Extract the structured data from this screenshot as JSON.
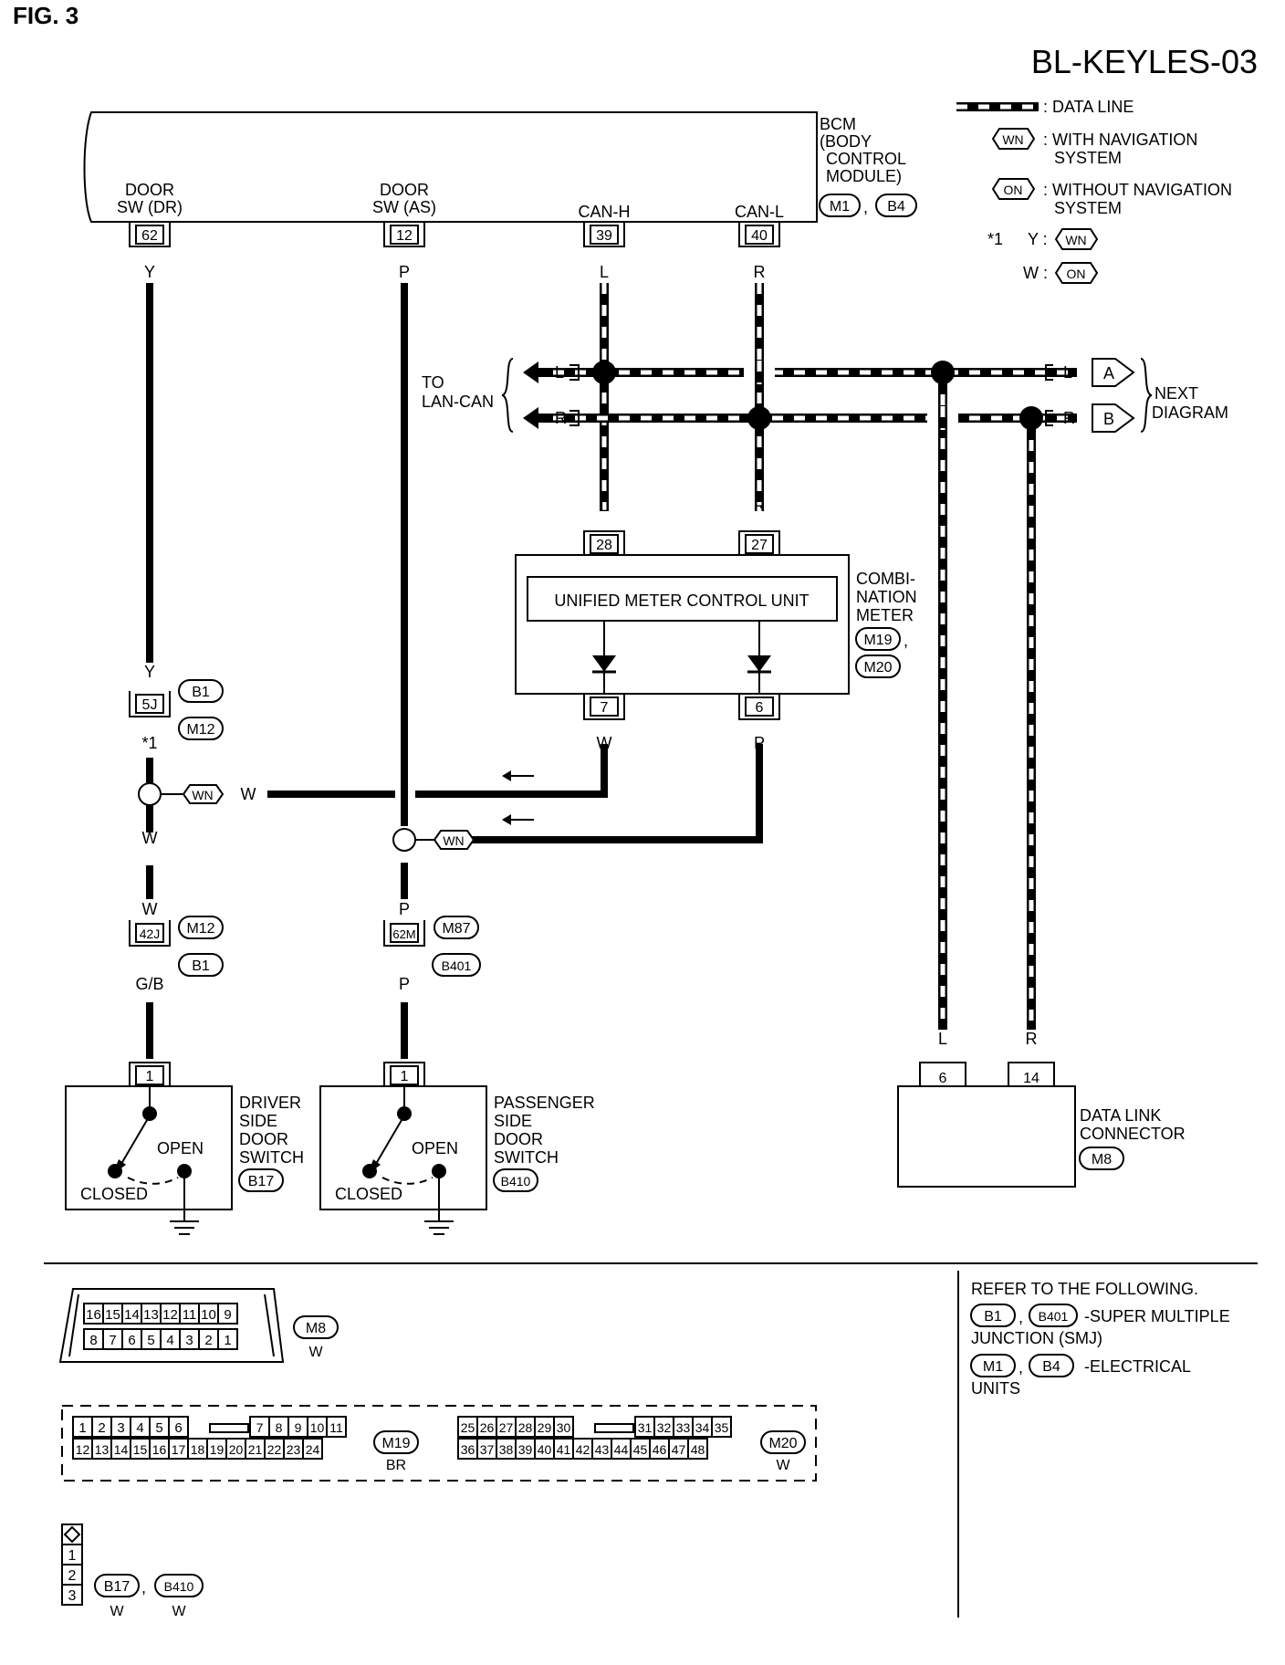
{
  "header": {
    "fig_label": "FIG. 3",
    "diagram_code": "BL-KEYLES-03"
  },
  "legend": {
    "data_line": ": DATA LINE",
    "wn_tag": "WN",
    "wn_desc_1": ": WITH NAVIGATION",
    "wn_desc_2": "SYSTEM",
    "on_tag": "ON",
    "on_desc_1": ": WITHOUT NAVIGATION",
    "on_desc_2": "SYSTEM",
    "note_star": "*1",
    "note_y": "Y :",
    "note_w": "W :"
  },
  "bcm": {
    "label_1": "BCM",
    "label_2": "(BODY",
    "label_3": "CONTROL",
    "label_4": "MODULE)",
    "conn_a": "M1",
    "conn_b": "B4",
    "comma": ",",
    "pins": [
      {
        "name_1": "DOOR",
        "name_2": "SW (DR)",
        "pin": "62",
        "color": "Y"
      },
      {
        "name_1": "DOOR",
        "name_2": "SW (AS)",
        "pin": "12",
        "color": "P"
      },
      {
        "name_1": "",
        "name_2": "CAN-H",
        "pin": "39",
        "color": "L"
      },
      {
        "name_1": "",
        "name_2": "CAN-L",
        "pin": "40",
        "color": "R"
      }
    ]
  },
  "lan": {
    "to_1": "TO",
    "to_2": "LAN-CAN",
    "l": "L",
    "r": "R",
    "next_1": "NEXT",
    "next_2": "DIAGRAM",
    "tag_a": "A",
    "tag_b": "B"
  },
  "meter": {
    "unit_label": "UNIFIED METER CONTROL UNIT",
    "label_1": "COMBI-",
    "label_2": "NATION",
    "label_3": "METER",
    "conn_a": "M19",
    "conn_b": "M20",
    "comma": ",",
    "pin_in_1": "28",
    "pin_in_2": "27",
    "pin_out_1": "7",
    "pin_out_2": "6",
    "in_color_1": "L",
    "in_color_2": "R",
    "out_color_1": "W",
    "out_color_2": "P"
  },
  "left_branch": {
    "color_top": "Y",
    "junction_pin": "5J",
    "junction_conn_1": "B1",
    "junction_conn_2": "M12",
    "star": "*1",
    "wn_tag": "WN",
    "w_label": "W",
    "w_below": "W",
    "w_above_42": "W",
    "pin_42": "42J",
    "conn_42a": "M12",
    "conn_42b": "B1",
    "color_gb": "G/B"
  },
  "right_branch": {
    "wn_tag": "WN",
    "color_p1": "P",
    "pin_62m": "62M",
    "conn_a": "M87",
    "conn_b": "B401",
    "color_p2": "P"
  },
  "driver_switch": {
    "pin": "1",
    "label_1": "DRIVER",
    "label_2": "SIDE",
    "label_3": "DOOR",
    "label_4": "SWITCH",
    "conn": "B17",
    "open": "OPEN",
    "closed": "CLOSED"
  },
  "passenger_switch": {
    "pin": "1",
    "label_1": "PASSENGER",
    "label_2": "SIDE",
    "label_3": "DOOR",
    "label_4": "SWITCH",
    "conn": "B410",
    "open": "OPEN",
    "closed": "CLOSED"
  },
  "dlc": {
    "pin_l": "6",
    "pin_r": "14",
    "color_l": "L",
    "color_r": "R",
    "label_1": "DATA LINK",
    "label_2": "CONNECTOR",
    "conn": "M8"
  },
  "footer": {
    "m8_top": [
      "16",
      "15",
      "14",
      "13",
      "12",
      "11",
      "10",
      "9"
    ],
    "m8_bottom": [
      "8",
      "7",
      "6",
      "5",
      "4",
      "3",
      "2",
      "1"
    ],
    "m8_conn": "M8",
    "m8_color": "W",
    "m19_top_a": [
      "1",
      "2",
      "3",
      "4",
      "5",
      "6"
    ],
    "m19_top_b": [
      "7",
      "8",
      "9",
      "10",
      "11"
    ],
    "m19_bottom": [
      "12",
      "13",
      "14",
      "15",
      "16",
      "17",
      "18",
      "19",
      "20",
      "21",
      "22",
      "23",
      "24"
    ],
    "m19_conn": "M19",
    "m19_color": "BR",
    "m20_top_a": [
      "25",
      "26",
      "27",
      "28",
      "29",
      "30"
    ],
    "m20_top_b": [
      "31",
      "32",
      "33",
      "34",
      "35"
    ],
    "m20_bottom": [
      "36",
      "37",
      "38",
      "39",
      "40",
      "41",
      "42",
      "43",
      "44",
      "45",
      "46",
      "47",
      "48"
    ],
    "m20_conn": "M20",
    "m20_color": "W",
    "sw_pins": [
      "1",
      "2",
      "3"
    ],
    "sw_conn_a": "B17",
    "sw_conn_b": "B410",
    "sw_color_a": "W",
    "sw_color_b": "W",
    "comma": ",",
    "refer_title": "REFER TO THE FOLLOWING.",
    "refer_smj_a": "B1",
    "refer_smj_b": "B401",
    "refer_smj_text_1": "-SUPER MULTIPLE",
    "refer_smj_text_2": "JUNCTION (SMJ)",
    "refer_eu_a": "M1",
    "refer_eu_b": "B4",
    "refer_eu_text_1": "-ELECTRICAL",
    "refer_eu_text_2": "UNITS"
  }
}
